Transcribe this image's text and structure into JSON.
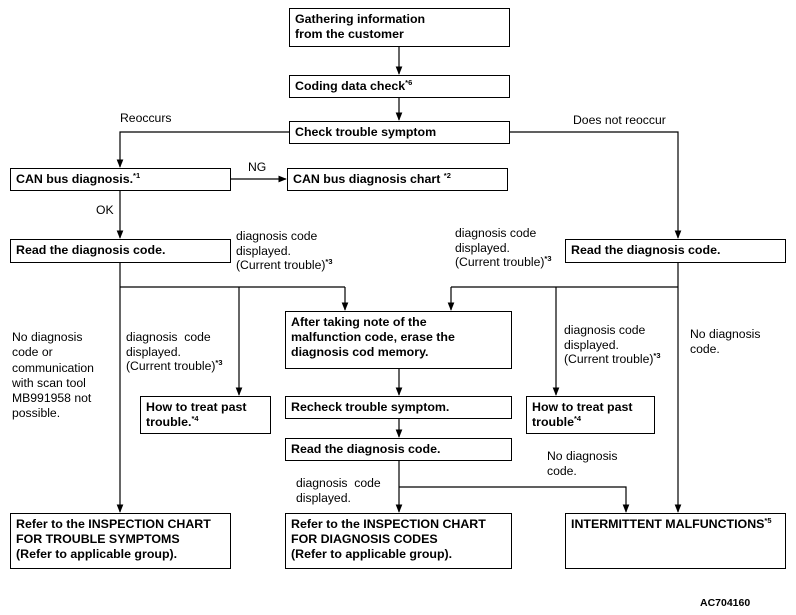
{
  "boxes": {
    "gather": "Gathering information\nfrom the customer",
    "coding": {
      "text": "Coding data check",
      "ref": "*6"
    },
    "check_symptom": "Check trouble symptom",
    "can_diag": {
      "text": "CAN bus diagnosis.",
      "ref": "*1"
    },
    "can_chart": {
      "text": "CAN bus diagnosis chart ",
      "ref": "*2"
    },
    "read_left": "Read the diagnosis code.",
    "read_right": "Read the diagnosis code.",
    "after_note": "After taking note of the\nmalfunction code, erase the\ndiagnosis cod memory.",
    "past_left": {
      "text": "How to treat past\ntrouble.",
      "ref": "*4"
    },
    "past_right": {
      "text": "How to treat past\ntrouble",
      "ref": "*4"
    },
    "recheck": "Recheck trouble symptom.",
    "read_center": "Read the diagnosis code.",
    "inspect_symptoms": "Refer to the INSPECTION CHART\nFOR TROUBLE SYMPTOMS\n(Refer to applicable group).",
    "inspect_codes": "Refer to the INSPECTION CHART\nFOR DIAGNOSIS CODES\n(Refer to applicable group).",
    "intermittent": {
      "text": "INTERMITTENT MALFUNCTIONS",
      "ref": "*5"
    }
  },
  "labels": {
    "reoccurs": "Reoccurs",
    "not_reoccur": "Does not reoccur",
    "ng": "NG",
    "ok": "OK",
    "code_disp_current_a": {
      "text": "diagnosis code\ndisplayed.\n(Current trouble)",
      "ref": "*3"
    },
    "code_disp_current_b": {
      "text": "diagnosis code\ndisplayed.\n(Current trouble)",
      "ref": "*3"
    },
    "code_disp_current_c": {
      "text": "diagnosis  code\ndisplayed.\n(Current trouble)",
      "ref": "*3"
    },
    "code_disp_current_d": {
      "text": "diagnosis code\ndisplayed.\n(Current trouble)",
      "ref": "*3"
    },
    "no_code_scan": "No diagnosis\ncode or\ncommunication\nwith scan tool\nMB991958 not\npossible.",
    "no_code_right": "No diagnosis\ncode.",
    "no_code_center": "No diagnosis\ncode.",
    "code_disp_center": "diagnosis  code\ndisplayed."
  },
  "figure_id": "AC704160"
}
